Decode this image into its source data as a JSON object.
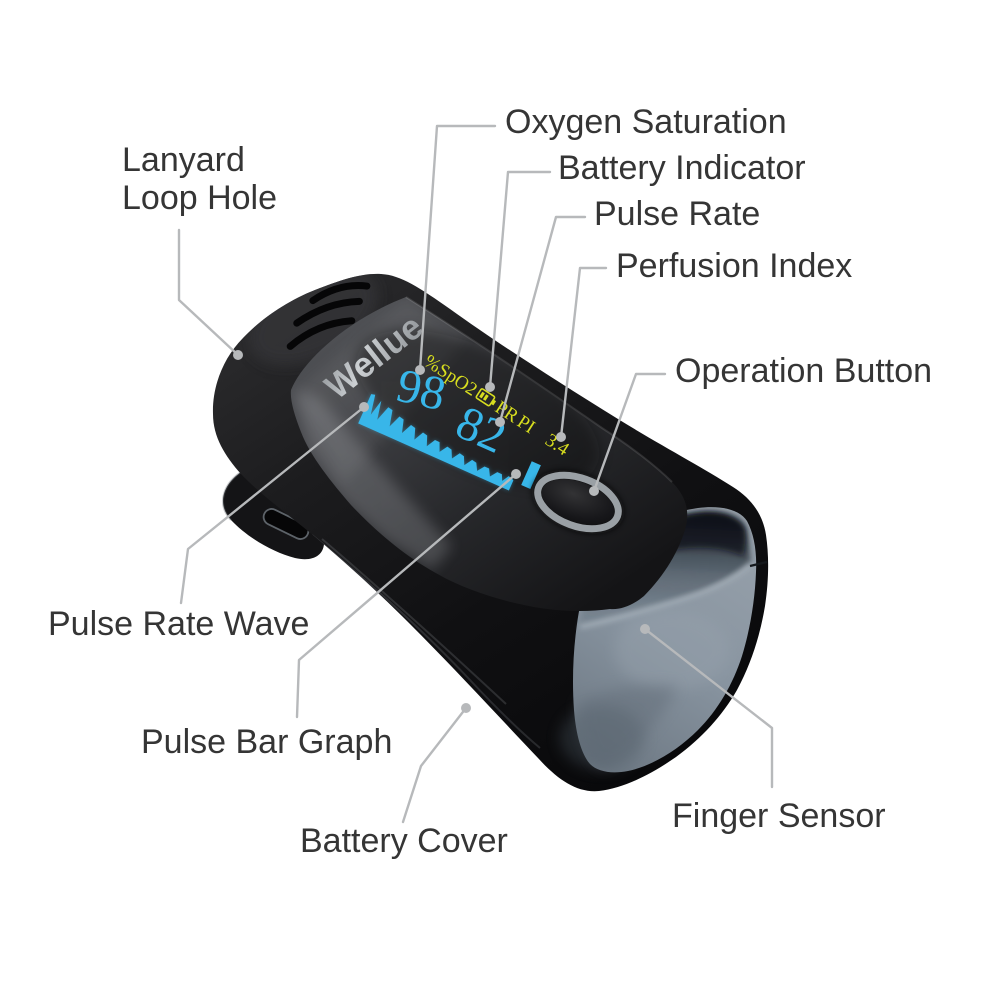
{
  "diagram": {
    "description": "Annotated product diagram of a fingertip pulse oximeter",
    "background": "#ffffff",
    "leader_color": "#b7b9bb",
    "label_color": "#353535"
  },
  "device": {
    "brand": "Wellue",
    "display": {
      "spo2_label": "%SpO2",
      "spo2_value": "98",
      "pr_label": "PR",
      "pi_label": "PI",
      "pi_value": "3.4",
      "pr_value": "82",
      "battery_icon": "battery-icon",
      "value_color": "#38b6e9",
      "label_color": "#d7dd1f"
    },
    "body_color": "#1a1a1c",
    "sensor_color": "#8793a0"
  },
  "annotations": {
    "oxygen_saturation": {
      "label": "Oxygen Saturation"
    },
    "battery_indicator": {
      "label": "Battery Indicator"
    },
    "pulse_rate": {
      "label": "Pulse Rate"
    },
    "perfusion_index": {
      "label": "Perfusion Index"
    },
    "operation_button": {
      "label": "Operation Button"
    },
    "lanyard_loop_hole": {
      "label_line1": "Lanyard",
      "label_line2": "Loop Hole"
    },
    "pulse_rate_wave": {
      "label": "Pulse Rate Wave"
    },
    "pulse_bar_graph": {
      "label": "Pulse Bar Graph"
    },
    "battery_cover": {
      "label": "Battery Cover"
    },
    "finger_sensor": {
      "label": "Finger Sensor"
    }
  }
}
